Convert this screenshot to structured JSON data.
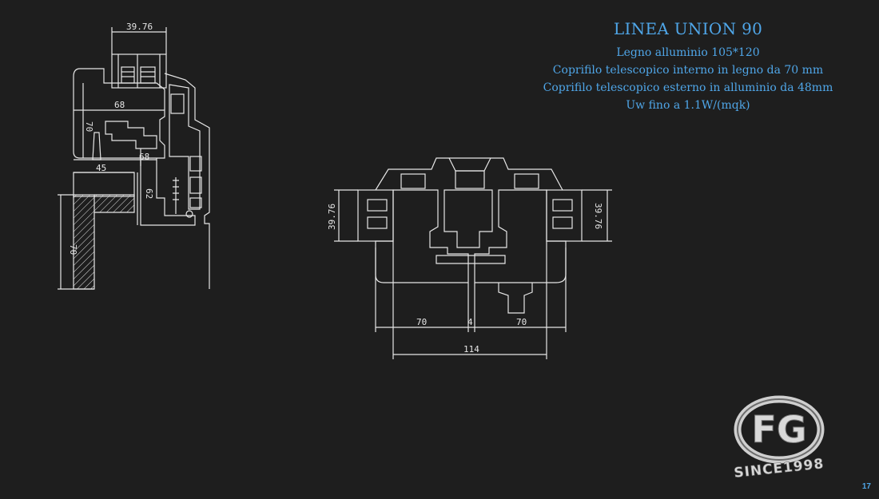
{
  "heading": {
    "title": "LINEA UNION 90",
    "lines": [
      "Legno alluminio 105*120",
      "Coprifilo telescopico interno in legno da 70 mm",
      "Coprifilo telescopico esterno in alluminio da 48mm",
      "Uw fino a 1.1W/(mqk)"
    ]
  },
  "left_section": {
    "dims": {
      "top_width": "39.76",
      "width_68a": "68",
      "height_70a": "70",
      "width_68b": "68",
      "width_45": "45",
      "height_62": "62",
      "height_70b": "70"
    }
  },
  "right_section": {
    "dims": {
      "left_height": "39.76",
      "right_height": "39.76",
      "bottom_left": "70",
      "bottom_gap": "4",
      "bottom_right": "70",
      "overall": "114"
    }
  },
  "logo": {
    "monogram": "FG",
    "caption": "SINCE1998"
  },
  "page_number": "17",
  "colors": {
    "accent": "#4fa6e8",
    "line": "#e6e6e6",
    "background": "#1e1e1e"
  }
}
